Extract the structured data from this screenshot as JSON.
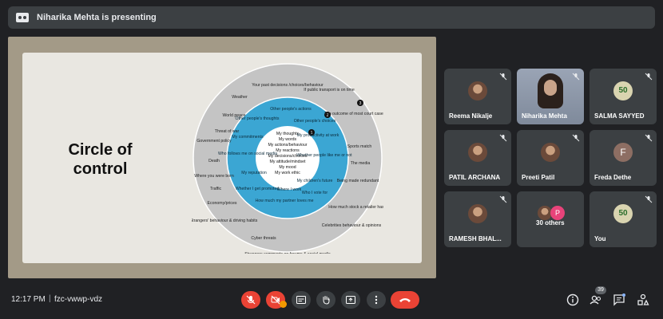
{
  "banner": {
    "presenting_text": "Niharika Mehta is presenting"
  },
  "slide": {
    "title": "Circle of control",
    "center": [
      "My thoughts",
      "My words",
      "My actions/behaviour",
      "My reactions",
      "My decisions/choices",
      "My attitude/mindset",
      "My mood",
      "My work ethic"
    ],
    "middle": [
      "Other people's actions",
      "Other people's thoughts",
      "Other people's choices",
      "My productivity at work",
      "My commitments",
      "Who follows me on social media",
      "Whether people like me or not",
      "My reputation",
      "My children's future",
      "Whether I get promoted",
      "Where I work",
      "Who I vote for",
      "How much my partner loves me"
    ],
    "outer": [
      "Weather",
      "Your past decisions /choices/behaviour",
      "If public transport is on time",
      "World peace",
      "The outcome of most court cases",
      "Threat of war",
      "Government policy",
      "Sports match",
      "Death",
      "The media",
      "Where you were born",
      "Being made redundant",
      "Traffic",
      "Economy/prices",
      "How much stock a retailer has",
      "Strangers' behaviour & driving habits",
      "Celebrities behaviour & opinions",
      "Cyber threats",
      "Strangers comments on forums & social media"
    ],
    "markers": [
      "1",
      "2",
      "3"
    ]
  },
  "participants": [
    {
      "name": "Reema Nikalje",
      "avatar": "photo",
      "muted": true
    },
    {
      "name": "Niharika Mehta",
      "avatar": "video",
      "muted": true
    },
    {
      "name": "SALMA SAYYED",
      "avatar": "50-badge",
      "muted": true
    },
    {
      "name": "PATIL ARCHANA",
      "avatar": "photo",
      "muted": true
    },
    {
      "name": "Preeti Patil",
      "avatar": "photo",
      "muted": true
    },
    {
      "name": "Freda Dethe",
      "avatar": "F",
      "muted": true
    },
    {
      "name": "RAMESH BHAL...",
      "avatar": "photo",
      "muted": true
    },
    {
      "name": "30 others",
      "avatar": "P",
      "muted": false
    },
    {
      "name": "You",
      "avatar": "50-badge",
      "muted": true
    }
  ],
  "bottom": {
    "time": "12:17 PM",
    "separator": "|",
    "meeting_code": "fzc-vwwp-vdz",
    "participant_count": "39"
  },
  "colors": {
    "background": "#202124",
    "tile": "#3c4043",
    "danger": "#ea4335",
    "ring_blue": "#3ba6d3",
    "ring_gray": "#c4c4c4"
  }
}
